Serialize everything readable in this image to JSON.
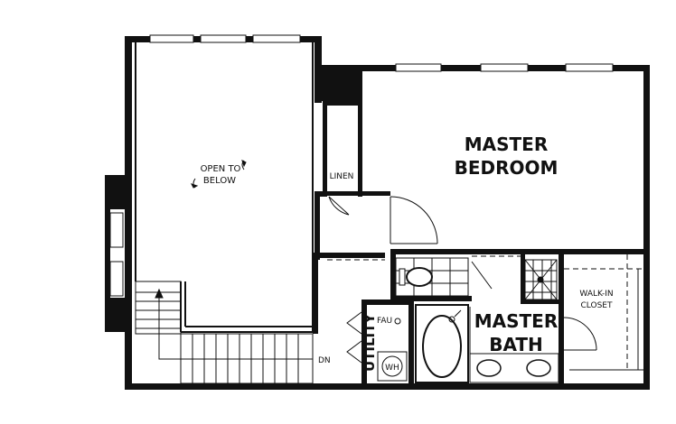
{
  "rooms": {
    "open_to_below": {
      "line1": "OPEN TO",
      "line2": "BELOW"
    },
    "master_bedroom": {
      "line1": "MASTER",
      "line2": "BEDROOM"
    },
    "master_bath": {
      "line1": "MASTER",
      "line2": "BATH"
    },
    "walk_in_closet": {
      "line1": "WALK-IN",
      "line2": "CLOSET"
    },
    "linen": "LINEN",
    "utility": "UTILITY"
  },
  "fixtures": {
    "faucet": "FAU",
    "water_heater": "WH",
    "stair_down": "DN"
  },
  "colors": {
    "wall": "#111111",
    "fixture": "#222222",
    "background": "#ffffff"
  }
}
